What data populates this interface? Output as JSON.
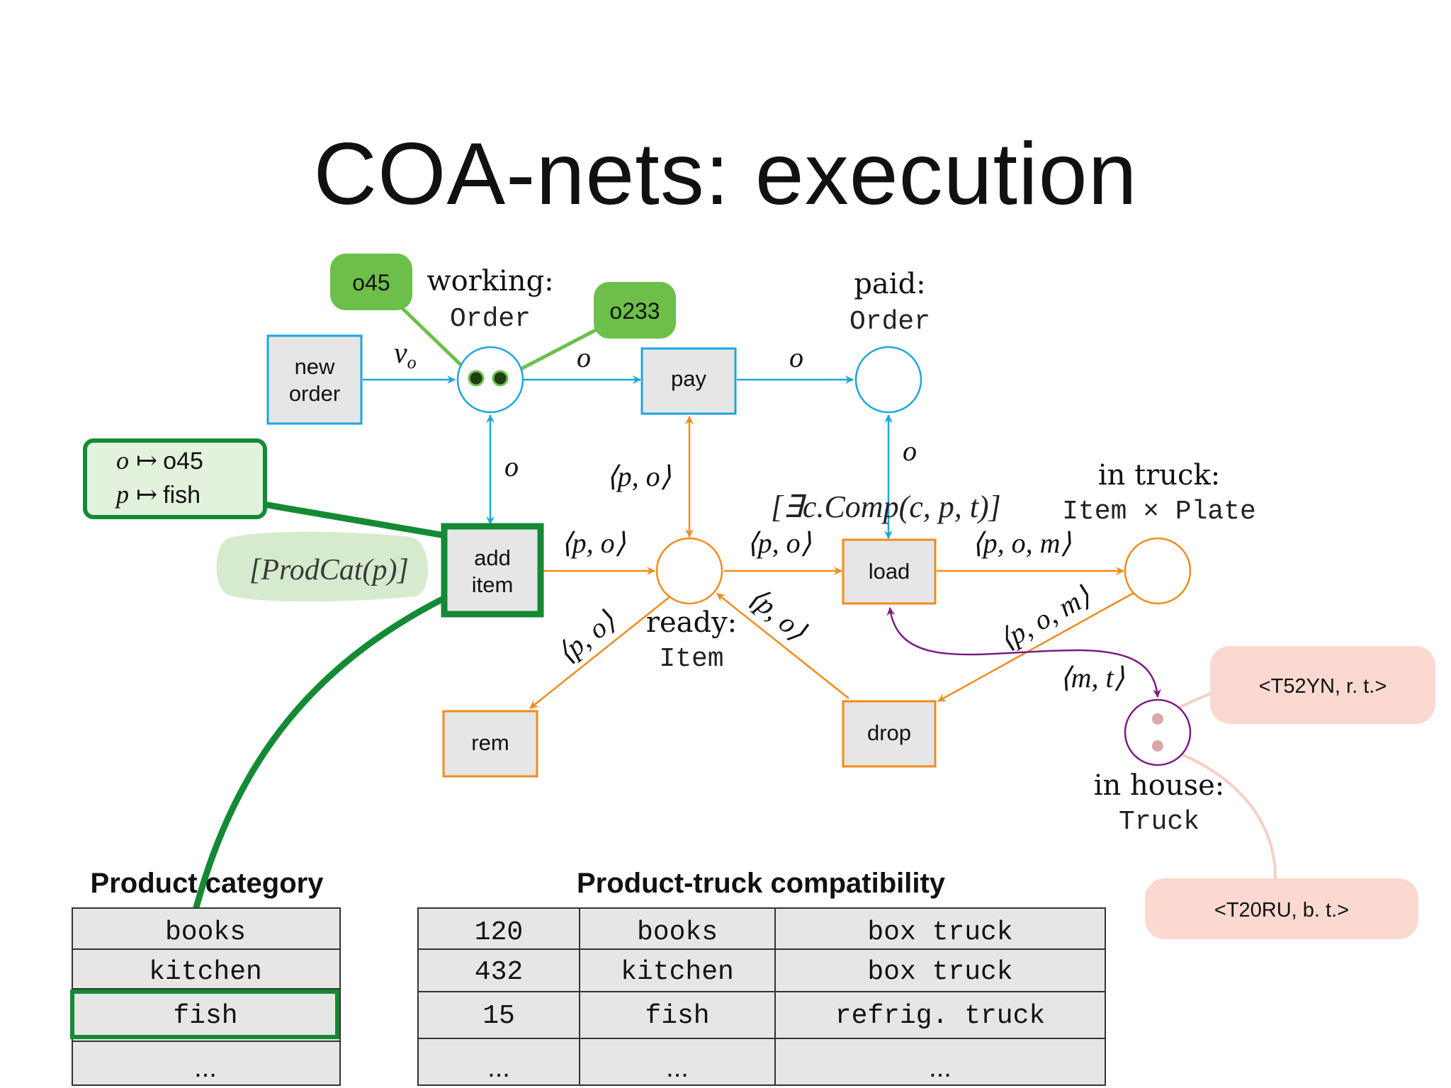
{
  "title": "COA-nets: execution",
  "colors": {
    "blue": "#1ba6e0",
    "orange": "#f28b1c",
    "purple": "#7a1d82",
    "dark_green": "#148a35",
    "token_green": "#6cc04a",
    "light_green_fill": "#e3f2dc",
    "pink": "#fbd8d0",
    "box_fill": "#e6e6e6"
  },
  "transitions": {
    "new_order": {
      "line1": "new",
      "line2": "order"
    },
    "pay": "pay",
    "add_item": {
      "line1": "add",
      "line2": "item"
    },
    "load": "load",
    "rem": "rem",
    "drop": "drop"
  },
  "places": {
    "working": {
      "name": "working:",
      "type": "Order"
    },
    "paid": {
      "name": "paid:",
      "type": "Order"
    },
    "ready": {
      "name": "ready:",
      "type": "Item"
    },
    "in_truck": {
      "name": "in truck:",
      "type": "Item × Plate"
    },
    "in_house": {
      "name": "in house:",
      "type": "Truck"
    }
  },
  "arc_labels": {
    "nu_o": "ν",
    "nu_sub": "o",
    "o": "o",
    "p_o": "⟨p, o⟩",
    "p_o_m": "⟨p, o, m⟩",
    "m_t": "⟨m, t⟩"
  },
  "guards": {
    "prodcat": "[ProdCat(p)]",
    "exists_comp": "[∃c.Comp(c, p, t)]"
  },
  "tokens": {
    "o45": "o45",
    "o233": "o233",
    "truck1": "<T52YN, r. t.>",
    "truck2": "<T20RU, b. t.>"
  },
  "binding": {
    "o_var": "o",
    "o_val": "o45",
    "p_var": "p",
    "p_val": "fish",
    "maps_to": "↦"
  },
  "tables": {
    "product_category": {
      "title": "Product category",
      "rows": [
        "books",
        "kitchen",
        "fish",
        "..."
      ]
    },
    "compatibility": {
      "title": "Product-truck compatibility",
      "rows": [
        [
          "120",
          "books",
          "box truck"
        ],
        [
          "432",
          "kitchen",
          "box truck"
        ],
        [
          "15",
          "fish",
          "refrig. truck"
        ],
        [
          "...",
          "...",
          "..."
        ]
      ]
    }
  }
}
